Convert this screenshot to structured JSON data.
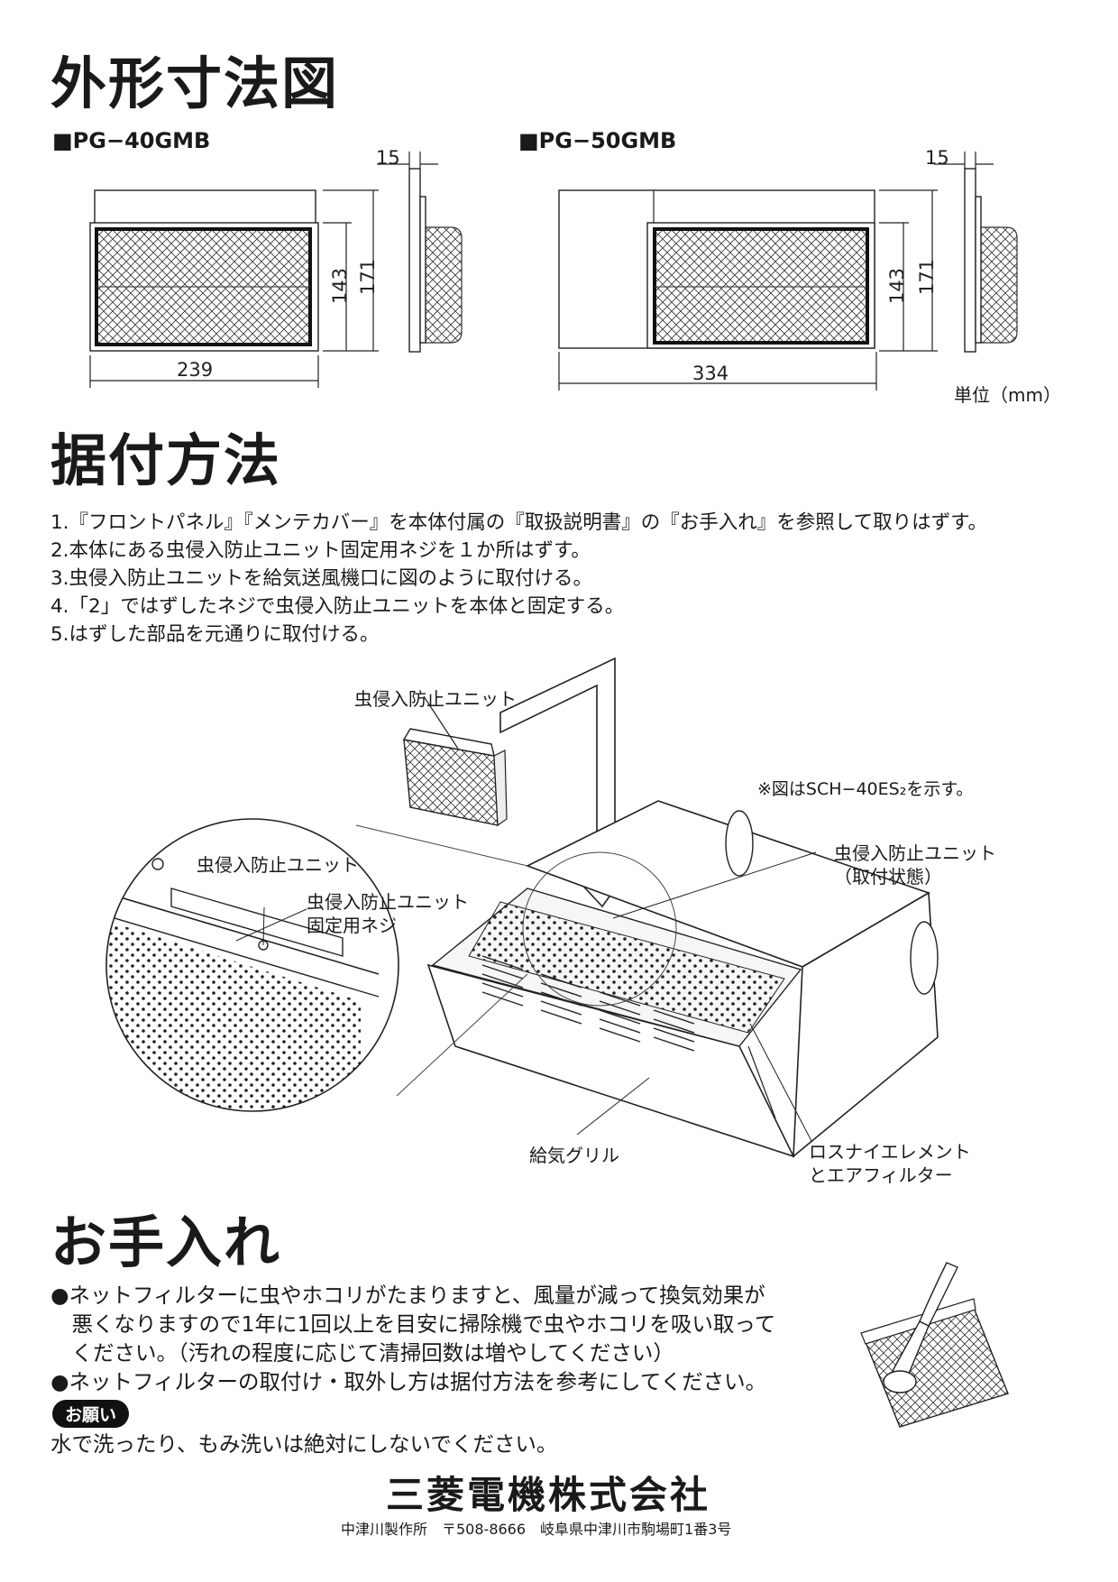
{
  "sections": {
    "dimensions_title": "外形寸法図",
    "installation_title": "据付方法",
    "care_title": "お手入れ"
  },
  "models": [
    {
      "name": "■PG−40GMB",
      "width": "239",
      "inner_h": "143",
      "outer_h": "171",
      "depth": "15"
    },
    {
      "name": "■PG−50GMB",
      "width": "334",
      "inner_h": "143",
      "outer_h": "171",
      "depth": "15"
    }
  ],
  "unit_label": "単位（mm）",
  "steps": [
    "1.『フロントパネル』『メンテカバー』を本体付属の『取扱説明書』の『お手入れ』を参照して取りはずす。",
    "2.本体にある虫侵入防止ユニット固定用ネジを１か所はずす。",
    "3.虫侵入防止ユニットを給気送風機口に図のように取付ける。",
    "4.「2」ではずしたネジで虫侵入防止ユニットを本体と固定する。",
    "5.はずした部品を元通りに取付ける。"
  ],
  "diagram": {
    "label_unit": "虫侵入防止ユニット",
    "note": "※図はSCH−40ES₂を示す。",
    "label_installed_1": "虫侵入防止ユニット",
    "label_installed_2": "（取付状態）",
    "zoom_label_unit": "虫侵入防止ユニット",
    "zoom_label_screw_1": "虫侵入防止ユニット",
    "zoom_label_screw_2": "固定用ネジ",
    "label_grille": "給気グリル",
    "label_element_1": "ロスナイエレメント",
    "label_element_2": "とエアフィルター"
  },
  "care": {
    "lines": [
      "●ネットフィルターに虫やホコリがたまりますと、風量が減って換気効果が",
      "　悪くなりますので1年に1回以上を目安に掃除機で虫やホコリを吸い取って",
      "　ください。（汚れの程度に応じて清掃回数は増やしてください）",
      "●ネットフィルターの取付け・取外し方は据付方法を参考にしてください。"
    ],
    "badge": "お願い",
    "warning": "水で洗ったり、もみ洗いは絶対にしないでください。"
  },
  "footer": {
    "company": "三菱電機株式会社",
    "address": "中津川製作所　〒508-8666　岐阜県中津川市駒場町1番3号"
  }
}
